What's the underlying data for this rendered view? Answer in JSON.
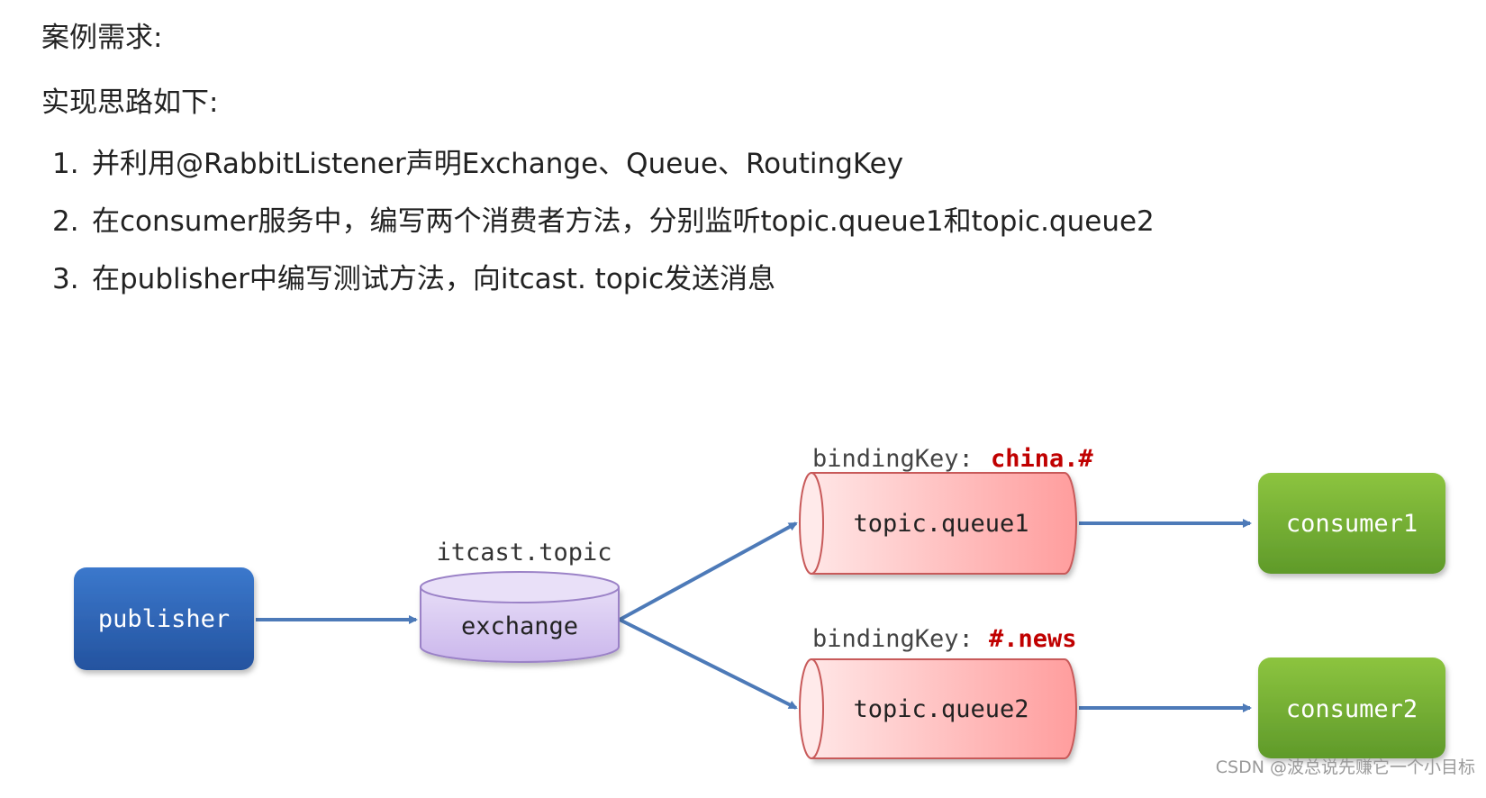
{
  "heading_requirement": "案例需求:",
  "heading_approach": "实现思路如下:",
  "steps": [
    {
      "num": "1.",
      "text": "并利用@RabbitListener声明Exchange、Queue、RoutingKey"
    },
    {
      "num": "2.",
      "text": "在consumer服务中，编写两个消费者方法，分别监听topic.queue1和topic.queue2"
    },
    {
      "num": "3.",
      "text": "在publisher中编写测试方法，向itcast. topic发送消息"
    }
  ],
  "diagram": {
    "publisher": "publisher",
    "exchange_name": "itcast.topic",
    "exchange_label": "exchange",
    "queue1": {
      "binding_prefix": "bindingKey:",
      "binding_key": "china.#",
      "label": "topic.queue1",
      "consumer": "consumer1"
    },
    "queue2": {
      "binding_prefix": "bindingKey:",
      "binding_key": "#.news",
      "label": "topic.queue2",
      "consumer": "consumer2"
    },
    "colors": {
      "publisher": "#2f64b4",
      "exchange": "#d7c8f0",
      "queue": "#ffaaaa",
      "consumer": "#7db33a",
      "arrow": "#4d7ab8",
      "binding_key": "#c00000"
    }
  },
  "watermark": "CSDN @波总说先赚它一个小目标"
}
